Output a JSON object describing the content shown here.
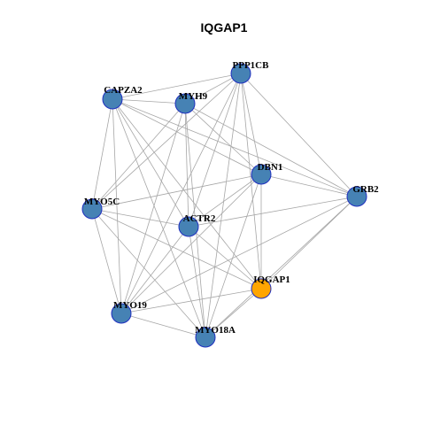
{
  "title": "IQGAP1",
  "colors": {
    "node_default": "#4682b4",
    "node_highlight": "#ffa500",
    "node_border": "#1f2fbf",
    "edge": "#a6a6a6"
  },
  "nodes": [
    {
      "id": "PPP1CB",
      "label": "PPP1CB",
      "highlight": false
    },
    {
      "id": "CAPZA2",
      "label": "CAPZA2",
      "highlight": false
    },
    {
      "id": "MYH9",
      "label": "MYH9",
      "highlight": false
    },
    {
      "id": "DBN1",
      "label": "DBN1",
      "highlight": false
    },
    {
      "id": "GRB2",
      "label": "GRB2",
      "highlight": false
    },
    {
      "id": "MYO5C",
      "label": "MYO5C",
      "highlight": false
    },
    {
      "id": "ACTR2",
      "label": "ACTR2",
      "highlight": false
    },
    {
      "id": "IQGAP1",
      "label": "IQGAP1",
      "highlight": true
    },
    {
      "id": "MYO19",
      "label": "MYO19",
      "highlight": false
    },
    {
      "id": "MYO18A",
      "label": "MYO18A",
      "highlight": false
    }
  ],
  "edges": [
    [
      "CAPZA2",
      "PPP1CB"
    ],
    [
      "CAPZA2",
      "MYH9"
    ],
    [
      "CAPZA2",
      "DBN1"
    ],
    [
      "CAPZA2",
      "GRB2"
    ],
    [
      "CAPZA2",
      "MYO5C"
    ],
    [
      "CAPZA2",
      "ACTR2"
    ],
    [
      "CAPZA2",
      "IQGAP1"
    ],
    [
      "CAPZA2",
      "MYO19"
    ],
    [
      "CAPZA2",
      "MYO18A"
    ],
    [
      "MYH9",
      "PPP1CB"
    ],
    [
      "MYH9",
      "DBN1"
    ],
    [
      "MYH9",
      "GRB2"
    ],
    [
      "MYH9",
      "MYO5C"
    ],
    [
      "MYH9",
      "ACTR2"
    ],
    [
      "MYH9",
      "MYO19"
    ],
    [
      "MYH9",
      "MYO18A"
    ],
    [
      "PPP1CB",
      "DBN1"
    ],
    [
      "PPP1CB",
      "GRB2"
    ],
    [
      "PPP1CB",
      "MYO5C"
    ],
    [
      "PPP1CB",
      "ACTR2"
    ],
    [
      "PPP1CB",
      "IQGAP1"
    ],
    [
      "PPP1CB",
      "MYO19"
    ],
    [
      "PPP1CB",
      "MYO18A"
    ],
    [
      "DBN1",
      "GRB2"
    ],
    [
      "DBN1",
      "MYO5C"
    ],
    [
      "DBN1",
      "ACTR2"
    ],
    [
      "DBN1",
      "IQGAP1"
    ],
    [
      "DBN1",
      "MYO19"
    ],
    [
      "DBN1",
      "MYO18A"
    ],
    [
      "GRB2",
      "ACTR2"
    ],
    [
      "GRB2",
      "IQGAP1"
    ],
    [
      "GRB2",
      "MYO18A"
    ],
    [
      "GRB2",
      "MYO19"
    ],
    [
      "MYO5C",
      "ACTR2"
    ],
    [
      "MYO5C",
      "IQGAP1"
    ],
    [
      "MYO5C",
      "MYO19"
    ],
    [
      "MYO5C",
      "MYO18A"
    ],
    [
      "ACTR2",
      "MYO19"
    ],
    [
      "ACTR2",
      "MYO18A"
    ],
    [
      "ACTR2",
      "IQGAP1"
    ],
    [
      "IQGAP1",
      "MYO19"
    ],
    [
      "IQGAP1",
      "MYO18A"
    ],
    [
      "MYO19",
      "MYO18A"
    ]
  ]
}
